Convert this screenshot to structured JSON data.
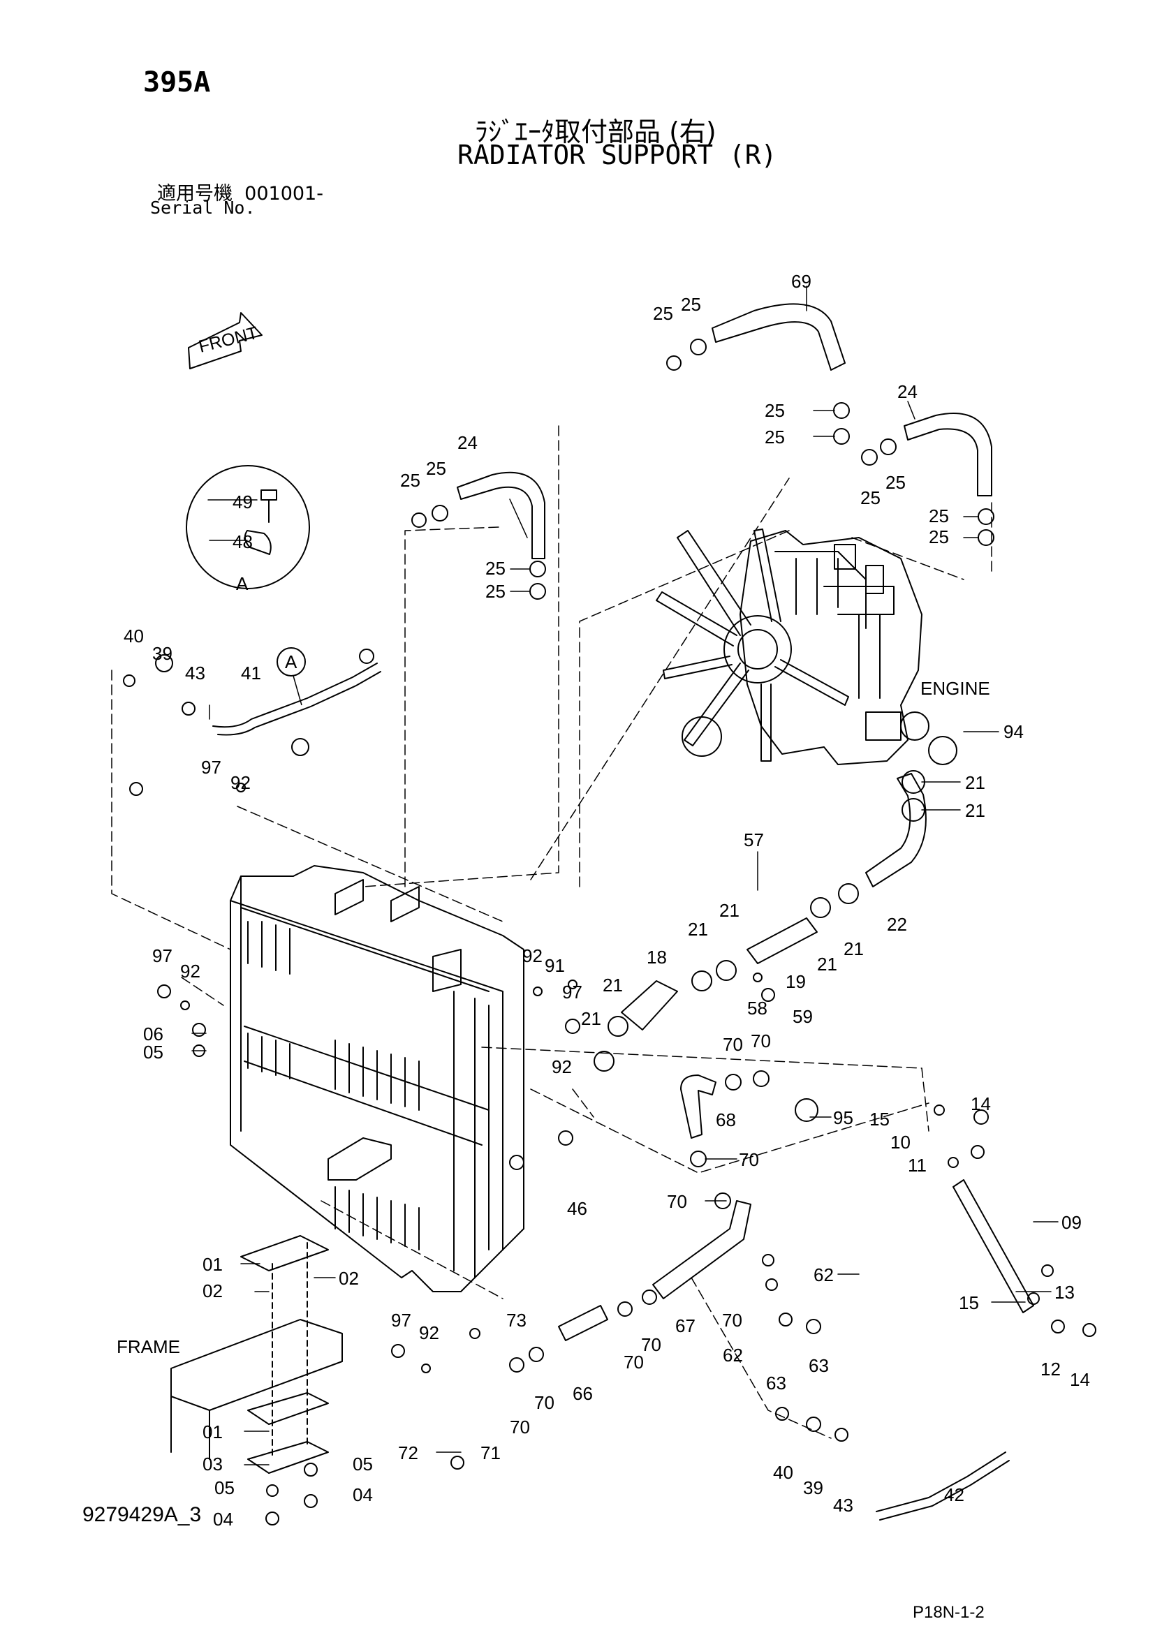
{
  "header": {
    "page_code": "395A",
    "title_jp": "ﾗｼﾞｴｰﾀ取付部品 (右)",
    "title_en": "RADIATOR SUPPORT (R)",
    "serial_jp": "適用号機  001001-",
    "serial_label": "Serial No."
  },
  "labels": {
    "front": "FRONT",
    "engine": "ENGINE",
    "frame": "FRAME",
    "detail_a": "A",
    "detail_a_callout": "A"
  },
  "footer": {
    "doc_code": "9279429A_3",
    "page_ref": "P18N-1-2"
  },
  "parts": [
    {
      "id": "p69",
      "label": "69"
    },
    {
      "id": "p25a",
      "label": "25"
    },
    {
      "id": "p25b",
      "label": "25"
    },
    {
      "id": "p25c",
      "label": "25"
    },
    {
      "id": "p25d",
      "label": "25"
    },
    {
      "id": "p24a",
      "label": "24"
    },
    {
      "id": "p25e",
      "label": "25"
    },
    {
      "id": "p25f",
      "label": "25"
    },
    {
      "id": "p25g",
      "label": "25"
    },
    {
      "id": "p25h",
      "label": "25"
    },
    {
      "id": "p24b",
      "label": "24"
    },
    {
      "id": "p25i",
      "label": "25"
    },
    {
      "id": "p25j",
      "label": "25"
    },
    {
      "id": "p25k",
      "label": "25"
    },
    {
      "id": "p25l",
      "label": "25"
    },
    {
      "id": "p49",
      "label": "49"
    },
    {
      "id": "p48",
      "label": "48"
    },
    {
      "id": "p40a",
      "label": "40"
    },
    {
      "id": "p39a",
      "label": "39"
    },
    {
      "id": "p43a",
      "label": "43"
    },
    {
      "id": "p41",
      "label": "41"
    },
    {
      "id": "p94",
      "label": "94"
    },
    {
      "id": "p21a",
      "label": "21"
    },
    {
      "id": "p21b",
      "label": "21"
    },
    {
      "id": "p97a",
      "label": "97"
    },
    {
      "id": "p92a",
      "label": "92"
    },
    {
      "id": "p57",
      "label": "57"
    },
    {
      "id": "p22",
      "label": "22"
    },
    {
      "id": "p21c",
      "label": "21"
    },
    {
      "id": "p21d",
      "label": "21"
    },
    {
      "id": "p21e",
      "label": "21"
    },
    {
      "id": "p21f",
      "label": "21"
    },
    {
      "id": "p18",
      "label": "18"
    },
    {
      "id": "p19",
      "label": "19"
    },
    {
      "id": "p92b",
      "label": "92"
    },
    {
      "id": "p91",
      "label": "91"
    },
    {
      "id": "p97b",
      "label": "97"
    },
    {
      "id": "p21g",
      "label": "21"
    },
    {
      "id": "p21h",
      "label": "21"
    },
    {
      "id": "p58",
      "label": "58"
    },
    {
      "id": "p59",
      "label": "59"
    },
    {
      "id": "p97c",
      "label": "97"
    },
    {
      "id": "p92c",
      "label": "92"
    },
    {
      "id": "p06",
      "label": "06"
    },
    {
      "id": "p05a",
      "label": "05"
    },
    {
      "id": "p92d",
      "label": "92"
    },
    {
      "id": "p70a",
      "label": "70"
    },
    {
      "id": "p70b",
      "label": "70"
    },
    {
      "id": "p95",
      "label": "95"
    },
    {
      "id": "p68",
      "label": "68"
    },
    {
      "id": "p15a",
      "label": "15"
    },
    {
      "id": "p14a",
      "label": "14"
    },
    {
      "id": "p10",
      "label": "10"
    },
    {
      "id": "p70c",
      "label": "70"
    },
    {
      "id": "p11",
      "label": "11"
    },
    {
      "id": "p46",
      "label": "46"
    },
    {
      "id": "p70d",
      "label": "70"
    },
    {
      "id": "p09",
      "label": "09"
    },
    {
      "id": "p01a",
      "label": "01"
    },
    {
      "id": "p02a",
      "label": "02"
    },
    {
      "id": "p02b",
      "label": "02"
    },
    {
      "id": "p62a",
      "label": "62"
    },
    {
      "id": "p13",
      "label": "13"
    },
    {
      "id": "p15b",
      "label": "15"
    },
    {
      "id": "p97d",
      "label": "97"
    },
    {
      "id": "p92e",
      "label": "92"
    },
    {
      "id": "p73",
      "label": "73"
    },
    {
      "id": "p67",
      "label": "67"
    },
    {
      "id": "p70e",
      "label": "70"
    },
    {
      "id": "p70f",
      "label": "70"
    },
    {
      "id": "p70g",
      "label": "70"
    },
    {
      "id": "p70h",
      "label": "70"
    },
    {
      "id": "p70i",
      "label": "70"
    },
    {
      "id": "p66",
      "label": "66"
    },
    {
      "id": "p62b",
      "label": "62"
    },
    {
      "id": "p63a",
      "label": "63"
    },
    {
      "id": "p63b",
      "label": "63"
    },
    {
      "id": "p12",
      "label": "12"
    },
    {
      "id": "p14b",
      "label": "14"
    },
    {
      "id": "p01b",
      "label": "01"
    },
    {
      "id": "p71",
      "label": "71"
    },
    {
      "id": "p72",
      "label": "72"
    },
    {
      "id": "p03",
      "label": "03"
    },
    {
      "id": "p05b",
      "label": "05"
    },
    {
      "id": "p05c",
      "label": "05"
    },
    {
      "id": "p04a",
      "label": "04"
    },
    {
      "id": "p04b",
      "label": "04"
    },
    {
      "id": "p40b",
      "label": "40"
    },
    {
      "id": "p39b",
      "label": "39"
    },
    {
      "id": "p43b",
      "label": "43"
    },
    {
      "id": "p42",
      "label": "42"
    }
  ]
}
